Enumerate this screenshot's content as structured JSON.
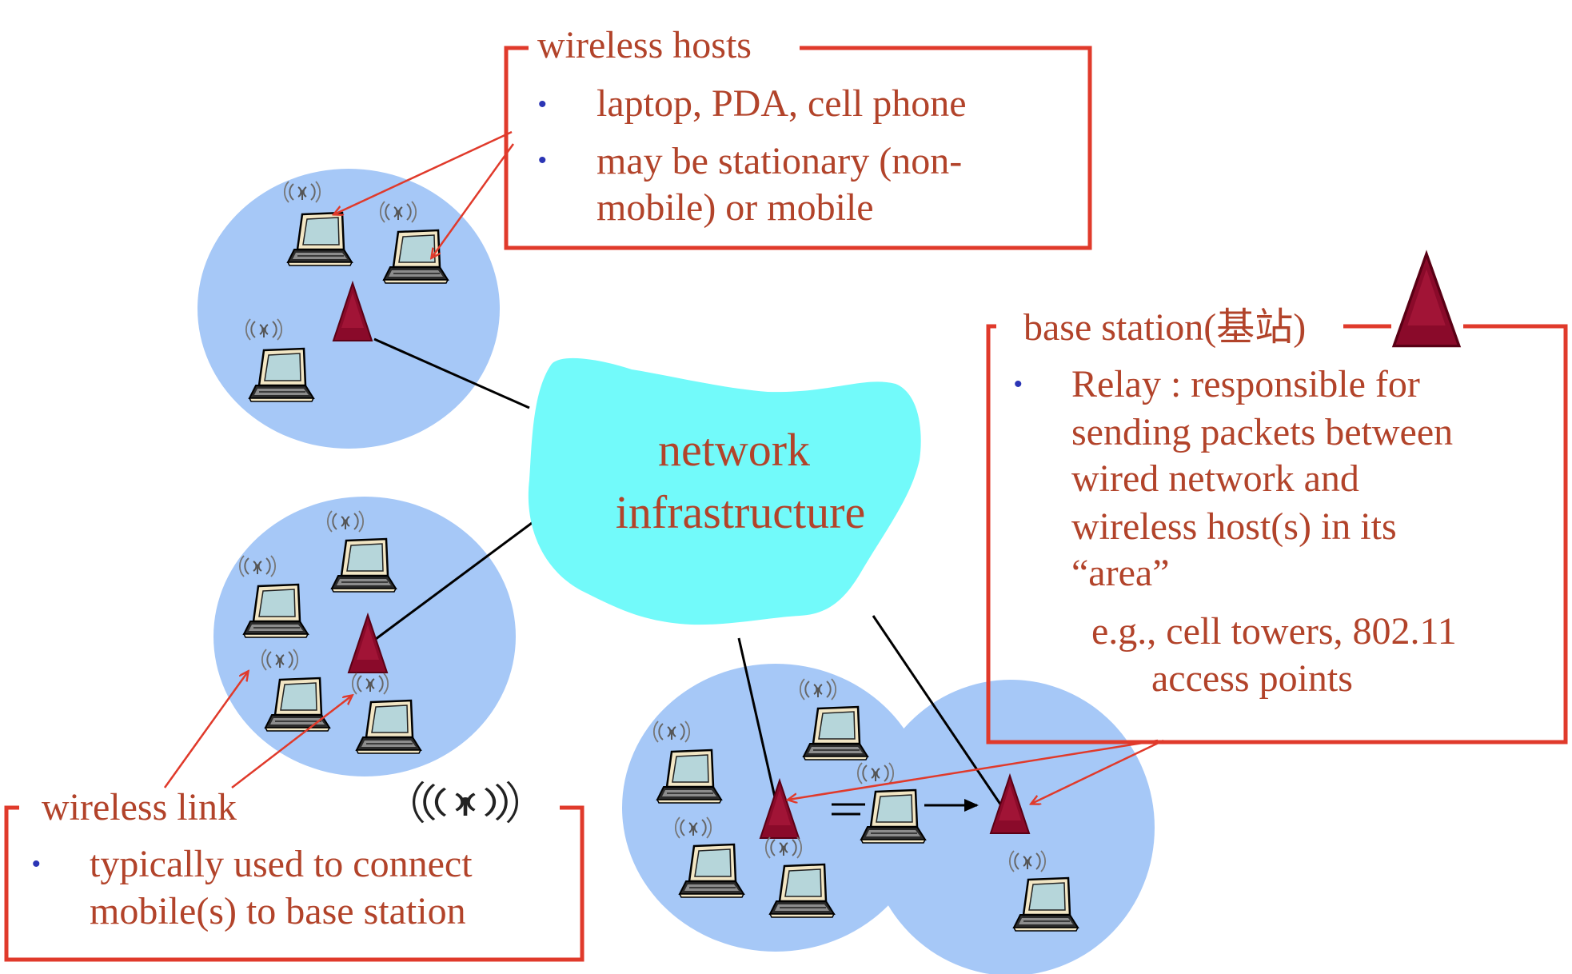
{
  "colors": {
    "cell": "#a6c8f7",
    "cloud": "#72fafa",
    "callout_border": "#e03a2b",
    "callout_text": "#b2432a",
    "bullet": "#2b35b5",
    "tower": "#8a0a2a"
  },
  "cloud": {
    "line1": "network",
    "line2": "infrastructure"
  },
  "wireless_hosts": {
    "title": "wireless hosts",
    "bullet_symbol": "•",
    "items": [
      {
        "lines": [
          "laptop, PDA, cell phone"
        ]
      },
      {
        "lines": [
          "may be stationary (non-",
          "mobile) or mobile"
        ]
      }
    ]
  },
  "base_station": {
    "title": "base station(基站)",
    "bullet_symbol": "•",
    "items": [
      {
        "lines": [
          "Relay :   responsible for",
          "sending packets between",
          "wired network and",
          "wireless host(s) in its",
          "“area”"
        ]
      }
    ],
    "example_lines": [
      "e.g., cell towers,  802.11",
      "access points"
    ]
  },
  "wireless_link": {
    "title": "wireless link",
    "bullet_symbol": "•",
    "items": [
      {
        "lines": [
          "typically used to connect",
          "mobile(s) to base station"
        ]
      }
    ]
  },
  "icons": {
    "laptop": "laptop-icon",
    "tower": "base-station-tower-icon",
    "signal": "wireless-signal-icon",
    "cloud": "network-cloud-icon"
  }
}
